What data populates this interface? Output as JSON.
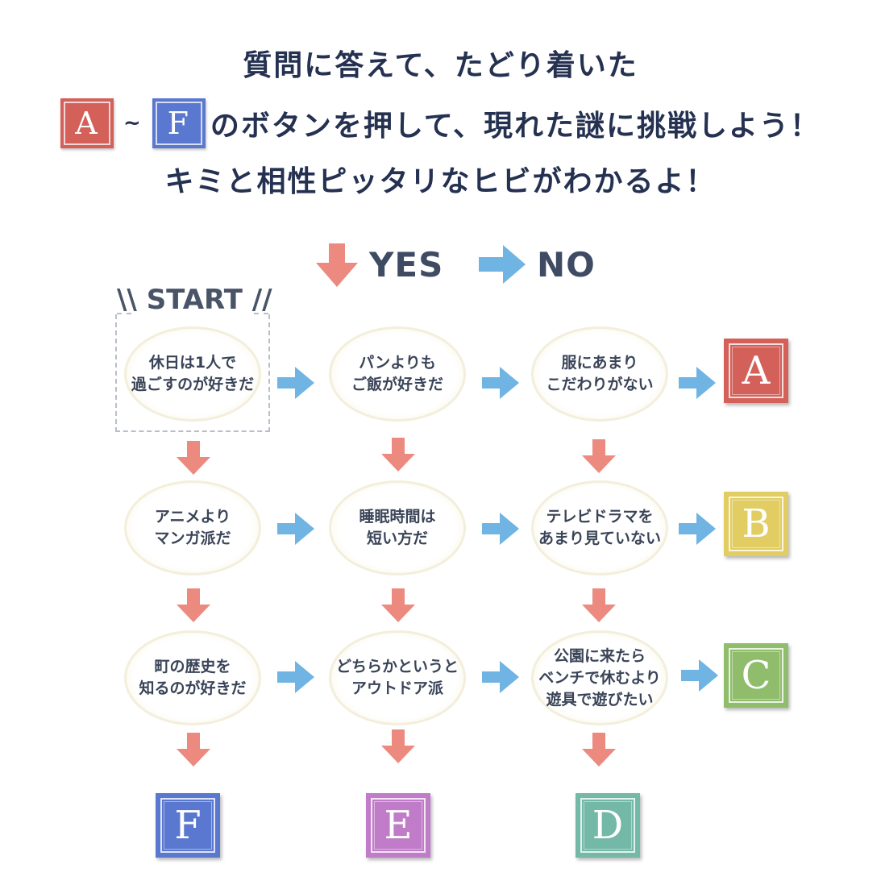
{
  "headline": {
    "line1": "質問に答えて、たどり着いた",
    "line2_start_letter": "A",
    "line2_tilde": "~",
    "line2_end_letter": "F",
    "line2_text": "のボタンを押して、現れた謎に挑戦しよう！",
    "line3": "キミと相性ピッタリなヒビがわかるよ！"
  },
  "legend": {
    "yes_label": "YES",
    "no_label": "NO"
  },
  "start": {
    "label": "START"
  },
  "questions": [
    {
      "id": "q1",
      "text": "休日は1人で\n過ごすのが好きだ"
    },
    {
      "id": "q2",
      "text": "パンよりも\nご飯が好きだ"
    },
    {
      "id": "q3",
      "text": "服にあまり\nこだわりがない"
    },
    {
      "id": "q4",
      "text": "アニメより\nマンガ派だ"
    },
    {
      "id": "q5",
      "text": "睡眠時間は\n短い方だ"
    },
    {
      "id": "q6",
      "text": "テレビドラマを\nあまり見ていない"
    },
    {
      "id": "q7",
      "text": "町の歴史を\n知るのが好きだ"
    },
    {
      "id": "q8",
      "text": "どちらかというと\nアウトドア派"
    },
    {
      "id": "q9",
      "text": "公園に来たら\nベンチで休むより\n遊具で遊びたい"
    }
  ],
  "results": [
    {
      "letter": "A",
      "color": "#d4605a"
    },
    {
      "letter": "B",
      "color": "#e2cd63"
    },
    {
      "letter": "C",
      "color": "#8fbd6c"
    },
    {
      "letter": "D",
      "color": "#74b8a8"
    },
    {
      "letter": "E",
      "color": "#c07cc8"
    },
    {
      "letter": "F",
      "color": "#5a78cf"
    }
  ],
  "colors": {
    "yes_arrow": "#ec8a80",
    "no_arrow": "#6fb4e3",
    "title": "#253151"
  }
}
